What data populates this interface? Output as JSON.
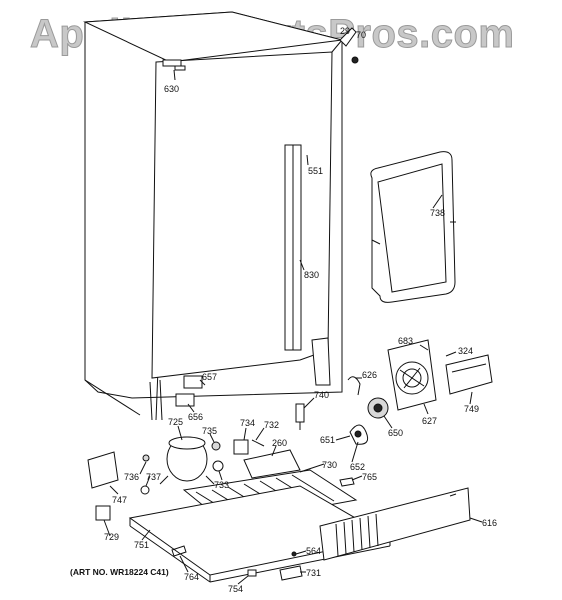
{
  "watermark": "AppliancePartsPros.com",
  "art_number": "(ART NO. WR18224 C41)",
  "part_labels": [
    {
      "id": "630",
      "text": "630"
    },
    {
      "id": "551",
      "text": "551"
    },
    {
      "id": "738",
      "text": "738"
    },
    {
      "id": "830",
      "text": "830"
    },
    {
      "id": "683",
      "text": "683"
    },
    {
      "id": "324",
      "text": "324"
    },
    {
      "id": "626",
      "text": "626"
    },
    {
      "id": "657",
      "text": "657"
    },
    {
      "id": "656",
      "text": "656"
    },
    {
      "id": "740",
      "text": "740"
    },
    {
      "id": "749",
      "text": "749"
    },
    {
      "id": "627",
      "text": "627"
    },
    {
      "id": "650",
      "text": "650"
    },
    {
      "id": "725",
      "text": "725"
    },
    {
      "id": "734",
      "text": "734"
    },
    {
      "id": "732",
      "text": "732"
    },
    {
      "id": "735",
      "text": "735"
    },
    {
      "id": "260",
      "text": "260"
    },
    {
      "id": "651",
      "text": "651"
    },
    {
      "id": "652",
      "text": "652"
    },
    {
      "id": "765",
      "text": "765"
    },
    {
      "id": "736",
      "text": "736"
    },
    {
      "id": "737",
      "text": "737"
    },
    {
      "id": "733",
      "text": "733"
    },
    {
      "id": "730",
      "text": "730"
    },
    {
      "id": "747",
      "text": "747"
    },
    {
      "id": "616",
      "text": "616"
    },
    {
      "id": "729",
      "text": "729"
    },
    {
      "id": "751",
      "text": "751"
    },
    {
      "id": "564",
      "text": "564"
    },
    {
      "id": "731",
      "text": "731"
    },
    {
      "id": "764",
      "text": "764"
    },
    {
      "id": "754",
      "text": "754"
    },
    {
      "id": "29",
      "text": "29"
    },
    {
      "id": "70",
      "text": "70"
    }
  ]
}
